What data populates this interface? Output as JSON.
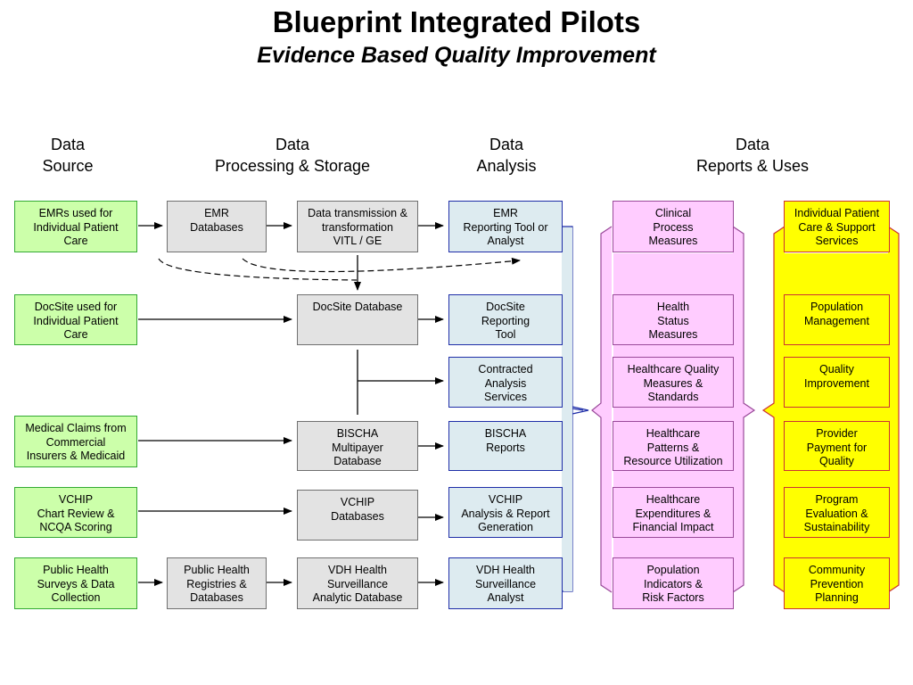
{
  "title": "Blueprint Integrated Pilots",
  "subtitle": "Evidence Based Quality Improvement",
  "columns": {
    "source": "Data\nSource",
    "processing": "Data\nProcessing & Storage",
    "analysis": "Data\nAnalysis",
    "reports": "Data\nReports & Uses"
  },
  "sources": [
    "EMRs used for\nIndividual Patient\nCare",
    "DocSite used for\nIndividual Patient\nCare",
    "Medical Claims from\nCommercial\nInsurers & Medicaid",
    "VCHIP\nChart Review &\nNCQA Scoring",
    "Public Health\nSurveys & Data\nCollection"
  ],
  "intermediate": [
    "EMR\nDatabases",
    "Public Health\nRegistries &\nDatabases"
  ],
  "storage": [
    "Data transmission &\ntransformation\nVITL / GE",
    "DocSite Database",
    "BISCHA\nMultipayer\nDatabase",
    "VCHIP\nDatabases",
    "VDH Health\nSurveillance\nAnalytic Database"
  ],
  "analysis": [
    "EMR\nReporting Tool or\nAnalyst",
    "DocSite\nReporting\nTool",
    "Contracted\nAnalysis\nServices",
    "BISCHA\nReports",
    "VCHIP\nAnalysis & Report\nGeneration",
    "VDH Health\nSurveillance\nAnalyst"
  ],
  "measures": [
    "Clinical\nProcess\nMeasures",
    "Health\nStatus\nMeasures",
    "Healthcare Quality\nMeasures &\nStandards",
    "Healthcare\nPatterns &\nResource Utilization",
    "Healthcare\nExpenditures &\nFinancial Impact",
    "Population\nIndicators &\nRisk Factors"
  ],
  "uses": [
    "Individual Patient\nCare & Support\nServices",
    "Population\nManagement",
    "Quality\nImprovement",
    "Provider\nPayment for\nQuality",
    "Program\nEvaluation &\nSustainability",
    "Community\nPrevention\nPlanning"
  ],
  "colors": {
    "source": "#ccffaa",
    "storage": "#e3e3e3",
    "analysis": "#ddebf0",
    "measures": "#ffccff",
    "uses": "#ffff00"
  }
}
